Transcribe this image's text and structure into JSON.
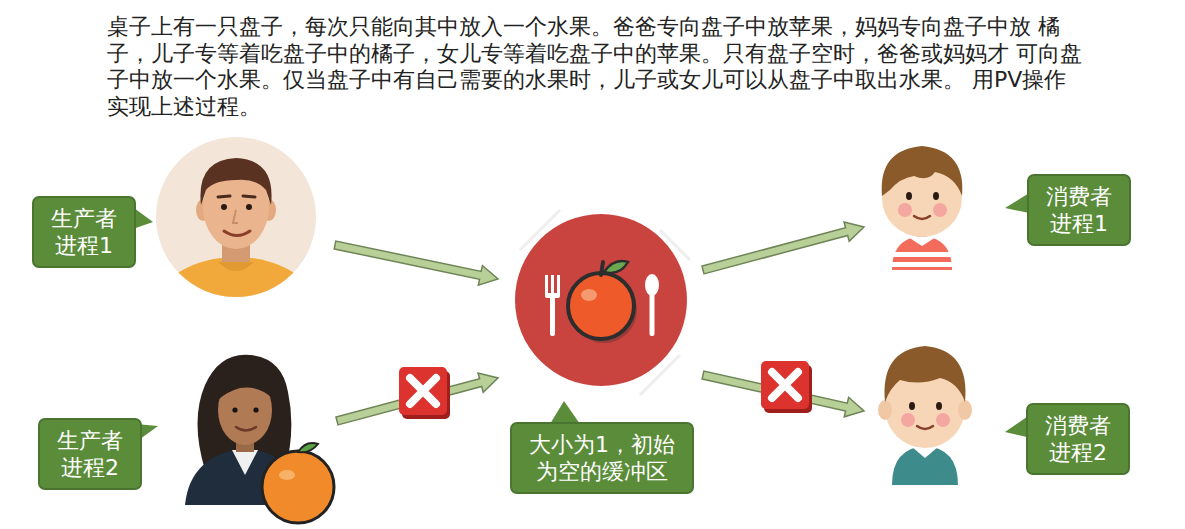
{
  "diagram": {
    "title": "桌子上有一只盘子，每次只能向其中放入一个水果。爸爸专向盘子中放苹果，妈妈专向盘子中放 橘子，儿子专等着吃盘子中的橘子，女儿专等着吃盘子中的苹果。只有盘子空时，爸爸或妈妈才 可向盘子中放一个水果。仅当盘子中有自己需要的水果时，儿子或女儿可以从盘子中取出水果。 用PV操作实现上述过程。",
    "nodes": [
      {
        "text": [
          "生产者 进程1"
        ]
      },
      {
        "text": [
          "消费者 进程1"
        ]
      },
      {
        "text": [
          "生产者 进程2"
        ]
      },
      {
        "text": [
          "大小为1，初始 为空的缓冲区"
        ]
      },
      {
        "text": [
          "消费者 进程2"
        ]
      }
    ]
  }
}
